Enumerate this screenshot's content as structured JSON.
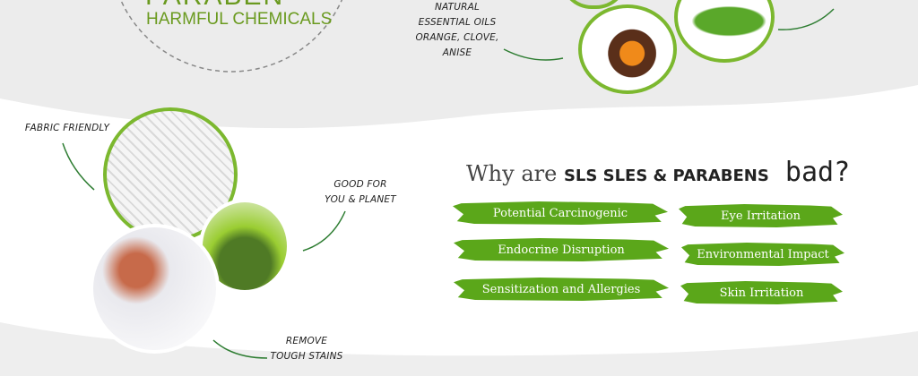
{
  "hero": {
    "top_word": "PARABEN",
    "subtitle": "HARMFUL CHEMICALS"
  },
  "natural_label": [
    "NATURAL",
    "ESSENTIAL OILS",
    "ORANGE, CLOVE,",
    "ANISE"
  ],
  "features": {
    "fabric": "FABRIC FRIENDLY",
    "good": [
      "GOOD FOR",
      "YOU & PLANET"
    ],
    "stains": [
      "REMOVE",
      "TOUGH STAINS"
    ]
  },
  "why": {
    "prefix": "Why are ",
    "bold": "SLS SLES & PARABENS",
    "suffix": " bad?"
  },
  "badges": [
    "Potential Carcinogenic",
    "Eye Irritation",
    "Endocrine Disruption",
    "Environmental Impact",
    "Sensitization and Allergies",
    "Skin Irritation"
  ],
  "colors": {
    "accent": "#5ba71a",
    "title_green": "#6a9a1f"
  }
}
